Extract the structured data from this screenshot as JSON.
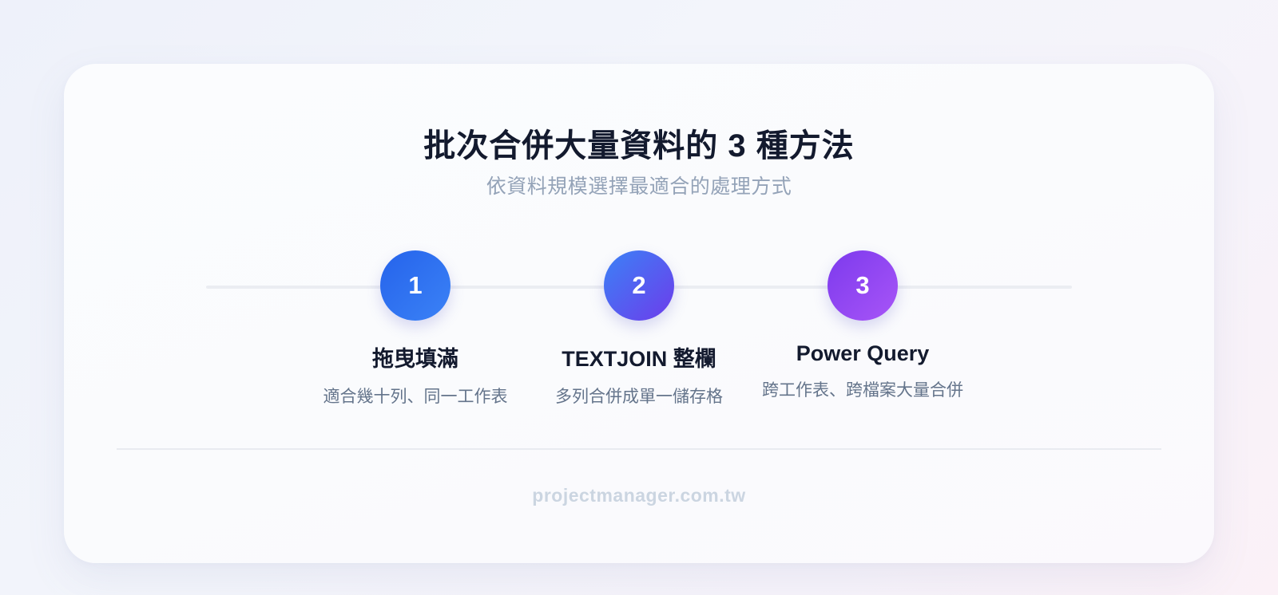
{
  "header": {
    "title": "批次合併大量資料的 3 種方法",
    "subtitle": "依資料規模選擇最適合的處理方式"
  },
  "steps": [
    {
      "number": "1",
      "title": "拖曳填滿",
      "description": "適合幾十列、同一工作表",
      "color_start": "#2563eb",
      "color_end": "#3b82f6"
    },
    {
      "number": "2",
      "title": "TEXTJOIN 整欄",
      "description": "多列合併成單一儲存格",
      "color_start": "#3b82f6",
      "color_end": "#6d3ceb"
    },
    {
      "number": "3",
      "title": "Power Query",
      "description": "跨工作表、跨檔案大量合併",
      "color_start": "#7c3aed",
      "color_end": "#a855f7"
    }
  ],
  "footer": {
    "site": "projectmanager.com.tw"
  }
}
